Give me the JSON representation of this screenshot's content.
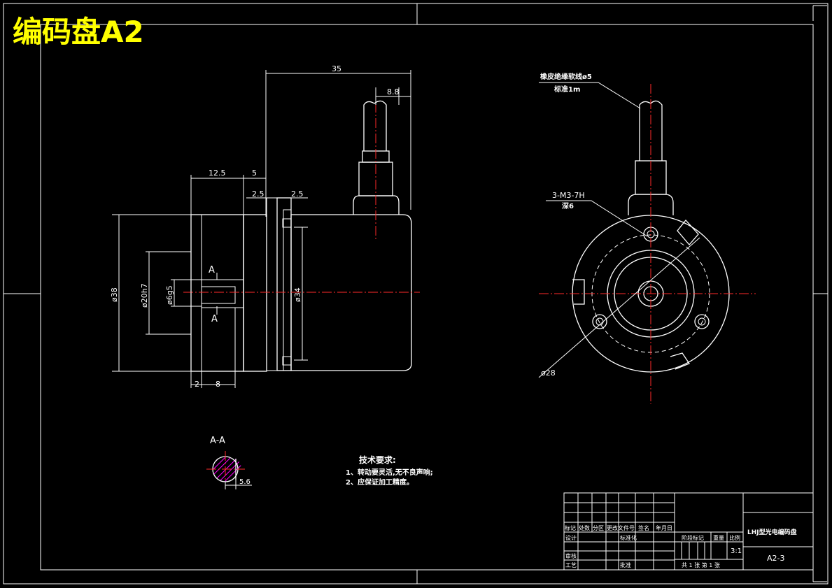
{
  "title": "编码盘A2",
  "dimensions": {
    "d35": "35",
    "d8_8": "8.8",
    "d12_5": "12.5",
    "d5": "5",
    "d2_5a": "2.5",
    "d2_5b": "2.5",
    "d38": "ø38",
    "d20h7": "ø20h7",
    "d6g5": "ø6g5",
    "d34": "ø34",
    "d2": "2",
    "d8": "8",
    "d28": "ø28",
    "d5_6": "5.6"
  },
  "section_labels": {
    "a_top": "A",
    "a_bottom": "A",
    "section_title": "A-A"
  },
  "callouts": {
    "cable_line1": "橡皮绝缘软线ø5",
    "cable_line2": "标准1m",
    "thread_line1": "3-M3-7H",
    "thread_line2": "深6"
  },
  "notes": {
    "heading": "技术要求:",
    "items": [
      "1、转动要灵活,无不良声响;",
      "2、应保证加工精度。"
    ]
  },
  "title_block": {
    "row_headers": [
      "标记",
      "处数",
      "分区",
      "更改文件号",
      "签名",
      "年月日"
    ],
    "design": "设计",
    "standardization": "标准化",
    "review": "审核",
    "process": "工艺",
    "approve": "批准",
    "stage_mark": "阶段标记",
    "weight": "重量",
    "scale_label": "比例",
    "scale_value": "3:1",
    "sheets": "共 1 张  第 1 张",
    "part_name": "LHJ型光电编码盘",
    "drawing_number": "A2-3"
  },
  "colors": {
    "line": "#ffffff",
    "center": "#ff2a2a",
    "title": "#ffff00",
    "hatch": "#ff00ff",
    "background": "#000000"
  }
}
